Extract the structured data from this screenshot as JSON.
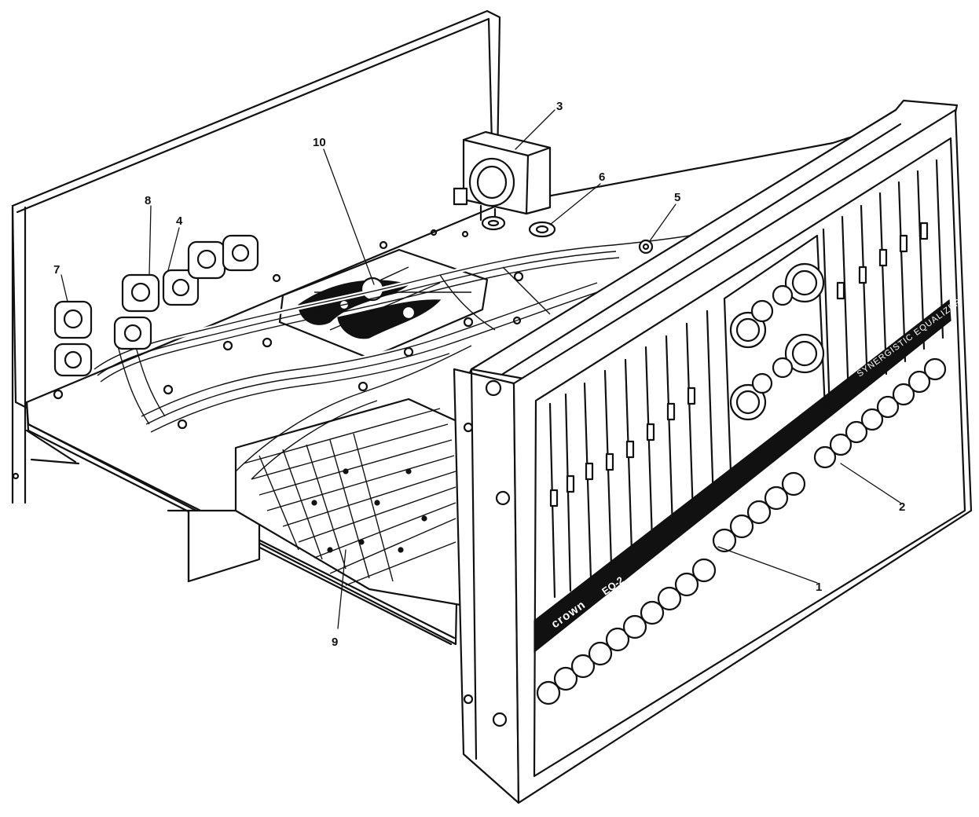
{
  "callouts": [
    {
      "id": "1",
      "label": "1"
    },
    {
      "id": "2",
      "label": "2"
    },
    {
      "id": "3",
      "label": "3"
    },
    {
      "id": "4",
      "label": "4"
    },
    {
      "id": "5",
      "label": "5"
    },
    {
      "id": "6",
      "label": "6"
    },
    {
      "id": "7",
      "label": "7"
    },
    {
      "id": "8",
      "label": "8"
    },
    {
      "id": "9",
      "label": "9"
    },
    {
      "id": "10",
      "label": "10"
    }
  ],
  "panel": {
    "brand": "crown",
    "model": "EQ-2",
    "strip_text": "SYNERGISTIC EQUALIZER"
  }
}
